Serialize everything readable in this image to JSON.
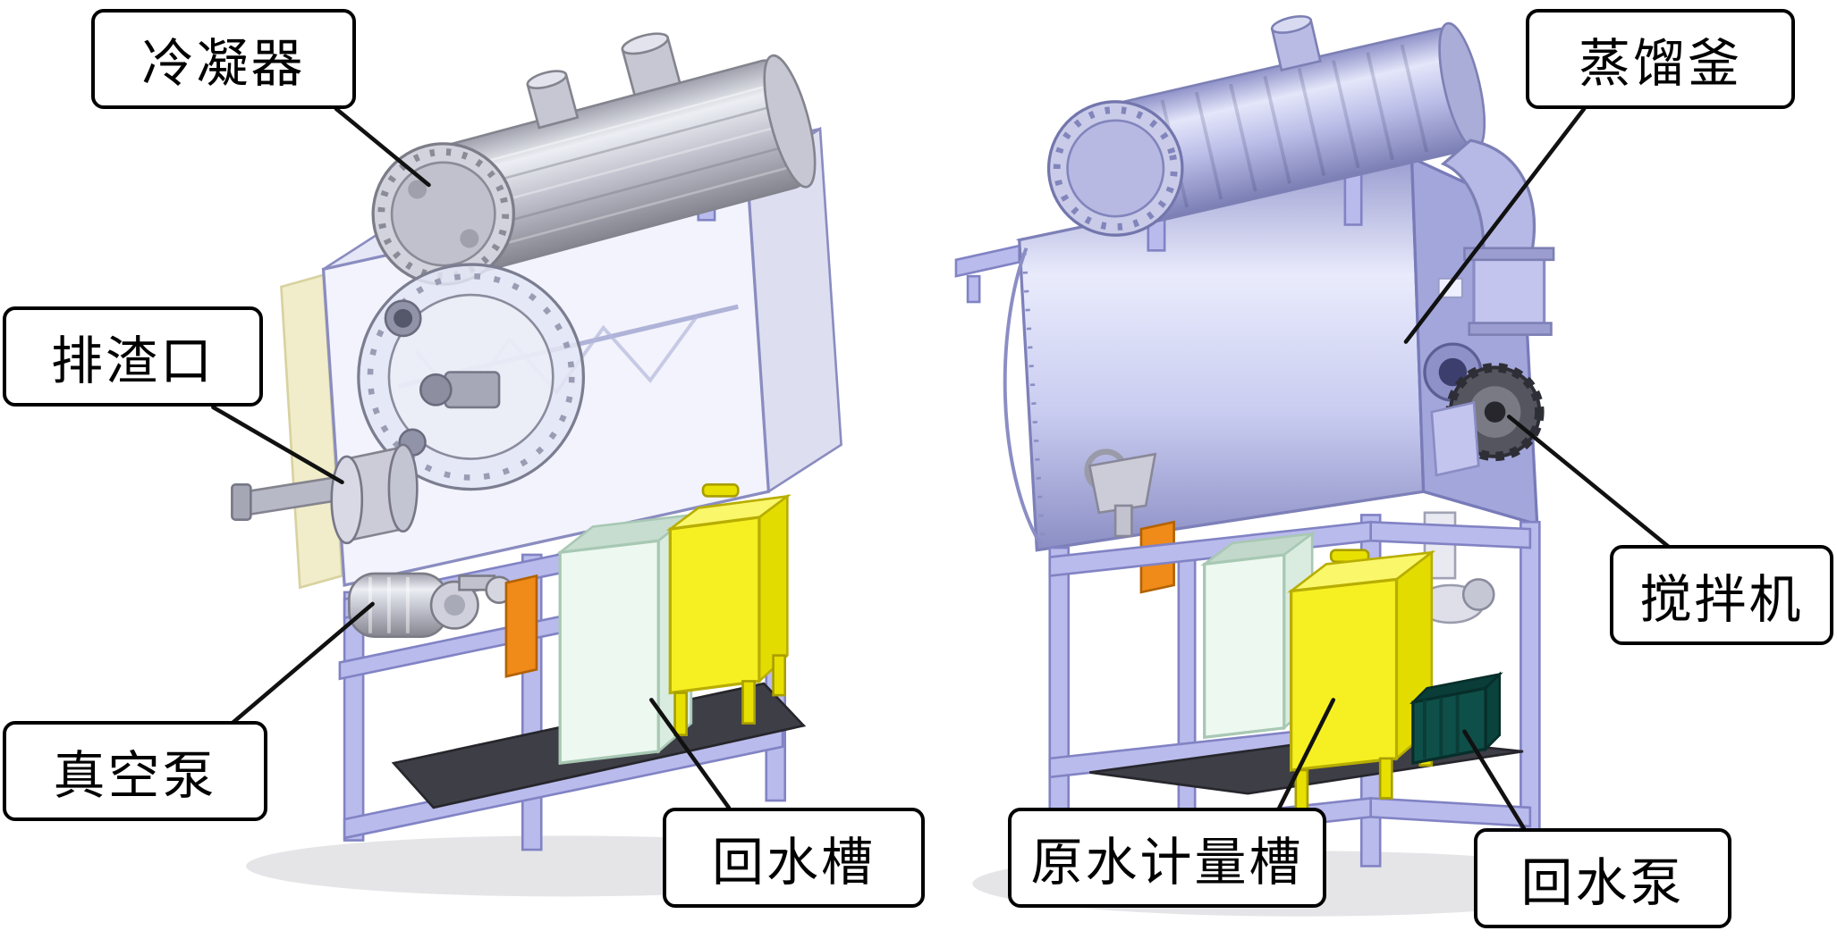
{
  "diagram": {
    "description": "Two annotated 3D CAD views of a vacuum distillation machine: left cutaway view and right exterior view",
    "view_count": 2
  },
  "labels": {
    "condenser": {
      "text": "冷凝器"
    },
    "slag_outlet": {
      "text": "排渣口"
    },
    "vacuum_pump": {
      "text": "真空泵"
    },
    "return_water_tank": {
      "text": "回水槽"
    },
    "distillation_kettle": {
      "text": "蒸馏釜"
    },
    "agitator": {
      "text": "搅拌机"
    },
    "raw_water_metering_tank": {
      "text": "原水计量槽"
    },
    "return_water_pump": {
      "text": "回水泵"
    }
  },
  "colors": {
    "frame_lavender": "#b9bbec",
    "body_lavender": "#c9ccf0",
    "metal_gray": "#c6c7d2",
    "yellow_tank": "#f6f022",
    "green_tank": "#ecf8f0",
    "orange_fitting": "#f08a18",
    "teal_pump": "#0f4f49",
    "base_plate": "#3e3e46",
    "insulation_panel": "#f1ecc9",
    "label_background": "#ffffff",
    "label_border": "#000000",
    "leader_line": "#111111"
  }
}
